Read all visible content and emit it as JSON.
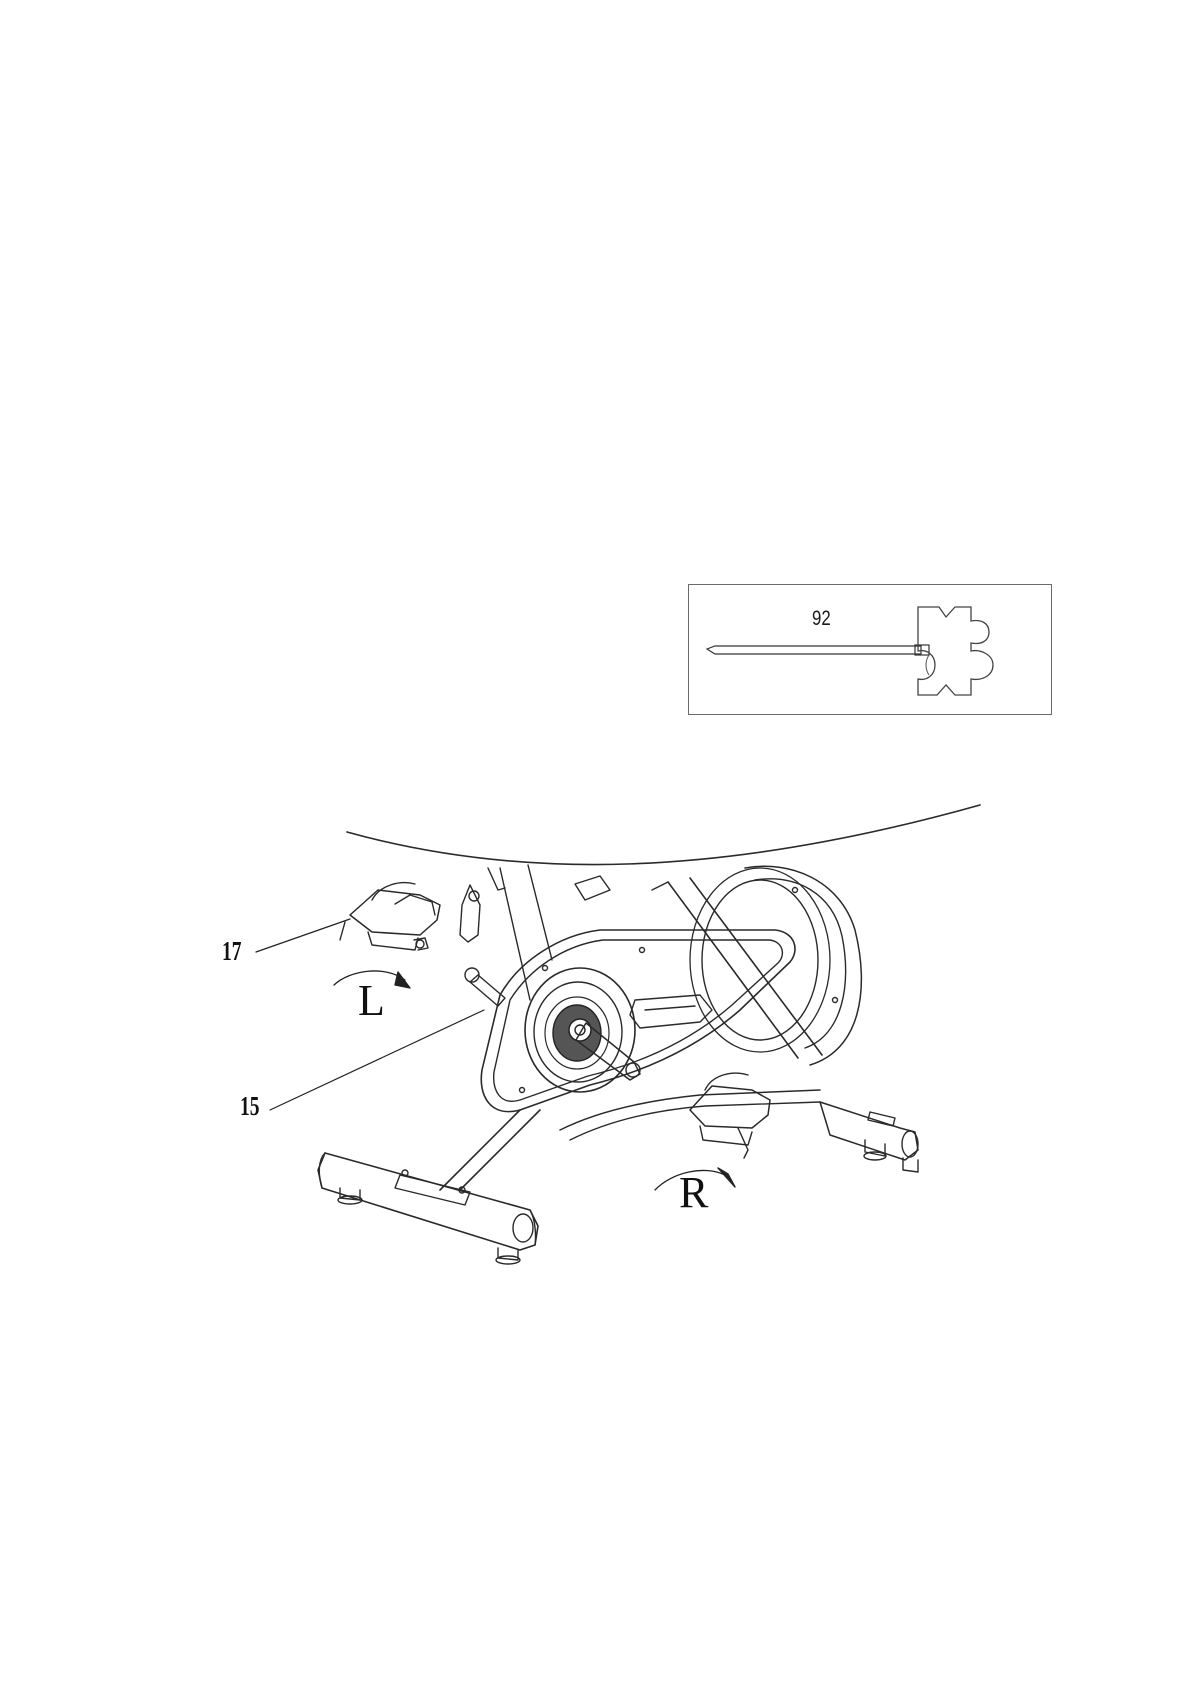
{
  "tool": {
    "part_number": "92"
  },
  "callouts": {
    "pedal_left": "17",
    "crank_left": "15"
  },
  "rotation": {
    "left_label": "L",
    "right_label": "R"
  }
}
